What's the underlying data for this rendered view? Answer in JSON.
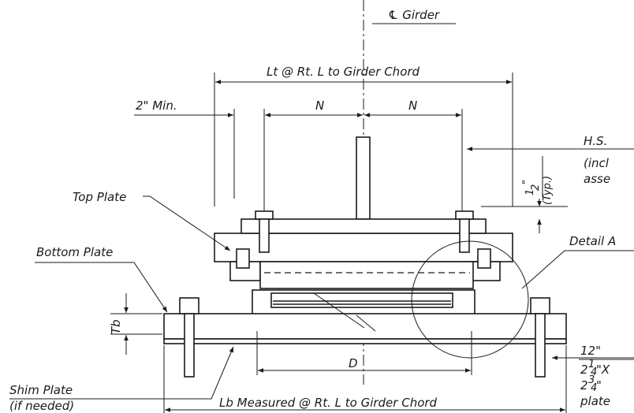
{
  "labels": {
    "centerline_girder": "℄ Girder",
    "lt_dimension": "Lt @ Rt. L to  Girder Chord",
    "min_2in": "2\" Min.",
    "n_left": "N",
    "n_right": "N",
    "hs_note_1": "H.S.",
    "hs_note_2": "(incl",
    "hs_note_3": "asse",
    "half_inch_a": "1",
    "half_inch_b": "2",
    "half_inch_quote": "\"",
    "typ": "(Typ.)",
    "top_plate": "Top Plate",
    "bottom_plate": "Bottom Plate",
    "detail_a": "Detail A",
    "tb": "Tb",
    "d": "D",
    "note_12": "12\" ",
    "note_2a": "2",
    "note_2a_frac": "1",
    "note_2a_den": "4",
    "note_2a_rest": "\"X",
    "note_2b": "2",
    "note_2b_frac": "3",
    "note_2b_den": "4",
    "note_2b_rest": "\"",
    "note_plate": "plate",
    "shim_plate": "Shim Plate",
    "if_needed": "(if needed)",
    "lb_dimension": "Lb Measured @ Rt. L to Girder Chord"
  },
  "colors": {
    "ink": "#1a1a1a",
    "paper": "#ffffff"
  }
}
